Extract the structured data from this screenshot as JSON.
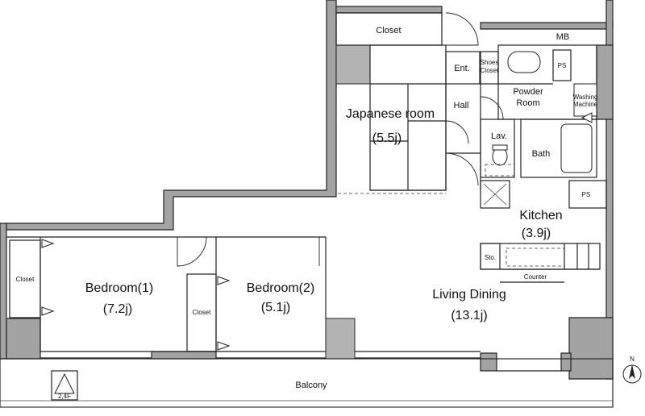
{
  "rooms": {
    "japanese_room": {
      "name": "Japanese room",
      "size": "(5.5j)"
    },
    "kitchen": {
      "name": "Kitchen",
      "size": "(3.9j)"
    },
    "living_dining": {
      "name": "Living Dining",
      "size": "(13.1j)"
    },
    "bedroom1": {
      "name": "Bedroom(1)",
      "size": "(7.2j)"
    },
    "bedroom2": {
      "name": "Bedroom(2)",
      "size": "(5.1j)"
    }
  },
  "labels": {
    "closet_top": "Closet",
    "mb": "MB",
    "ent": "Ent.",
    "shoes_closet_1": "Shoes",
    "shoes_closet_2": "Closet",
    "ps_top": "PS",
    "powder_room_1": "Powder",
    "powder_room_2": "Room",
    "washing_machine_1": "Washing",
    "washing_machine_2": "Machine",
    "hall": "Hall",
    "lav": "Lav.",
    "bath": "Bath",
    "ps_kitchen": "PS",
    "sto": "Sto.",
    "counter": "Counter",
    "closet_left": "Closet",
    "closet_mid": "Closet",
    "balcony": "Balcony",
    "floor_mark": "2,4F",
    "north": "N"
  }
}
